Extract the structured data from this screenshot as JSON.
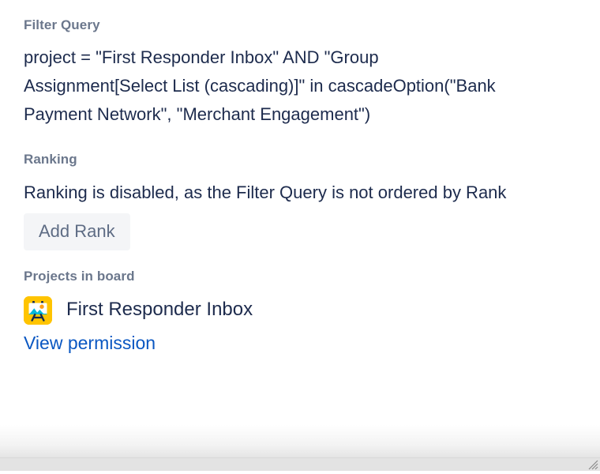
{
  "panel": {
    "background_color": "#ffffff",
    "label_color": "#6b778c",
    "text_color": "#172b4d",
    "link_color": "#0a57c2",
    "button_bg_color": "#f4f5f7",
    "button_text_color": "#5e6c84",
    "project_icon_color": "#ffc400"
  },
  "filter_query": {
    "label": "Filter Query",
    "value": "project = \"First Responder Inbox\" AND \"Group Assignment[Select List (cascading)]\" in cascadeOption(\"Bank Payment Network\", \"Merchant Engagement\")"
  },
  "ranking": {
    "label": "Ranking",
    "message": "Ranking is disabled, as the Filter Query is not ordered by Rank",
    "button_label": "Add Rank"
  },
  "projects_in_board": {
    "label": "Projects in board",
    "items": [
      {
        "name": "First Responder Inbox",
        "icon": "project-avatar-easel-icon"
      }
    ]
  },
  "permissions": {
    "link_label": "View permission"
  }
}
